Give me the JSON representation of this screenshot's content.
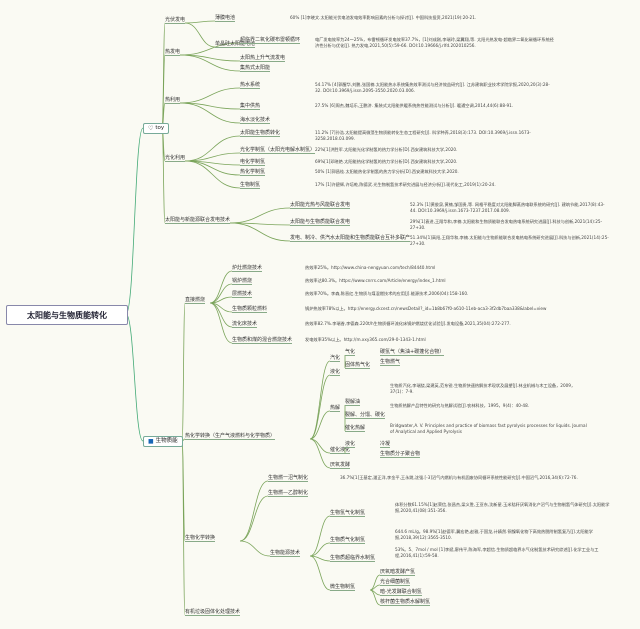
{
  "root": "太阳能与生物质能转化",
  "solar": {
    "icon": "heart-icon",
    "label": "toy"
  },
  "bio": {
    "icon": "square-icon",
    "label": "生物质能"
  },
  "s1": {
    "label": "光伏发电",
    "children": [
      {
        "label": "薄膜电池",
        "note": "60% [1]李晓文.太阳能光伏电池发电效率影响因素的分析与探讨[J]. 中国科技投资,2021(19):20-21."
      },
      {
        "label": "单晶硅太阳能电池",
        "note": ""
      }
    ]
  },
  "s1b": {
    "label": "热发电",
    "children": [
      {
        "label": "超临界二氧化碳布雷顿循环",
        "note": "电厂发电效率为24～25%，布雷顿循环发电效率37.7%，[1]刘成刚,李瑞玲,梁翼翔,等. 太阳光热发电-超临界二氧化碳循环系统经济性分析与优化[J]. 热力发电,2021,50(5):59-66. DOI:10.19666/j.rlfd.202010256."
      },
      {
        "label": "太阳热上升气流发电",
        "note": ""
      },
      {
        "label": "集热式太阳能",
        "note": ""
      }
    ]
  },
  "s1c": {
    "label": "热利用",
    "children": [
      {
        "label": "热水系统",
        "note": "54.17% [4]郭醒华,刘鹏,张国楠.太阳能热水系统集热效率测试与经济效益研究[J]. 江苏建筑职业技术学院学报,2020,20(3):28-32. DOI:10.3969/j.issn.2095-3550.2020.03.006."
      },
      {
        "label": "集中供热",
        "note": "27.5% [6]周杰,魏培乐,王鹏济. 集装式太阳能供暖系统热性能测试与分析[J]. 暖通空调,2014,44(6):88-91."
      },
      {
        "label": "海水淡化技术",
        "note": ""
      }
    ]
  },
  "s1d": {
    "label": "光化利用",
    "children": [
      {
        "label": "太阳能生物质转化",
        "note": "11.2% [7]孙浩.太阳能提高微藻生物质能转化生态工程研究[J]. 科学种养,2018(3):173. DOI:10.3969/j.issn.1673-3258.2018.03.099."
      },
      {
        "label": "光化学制氢（太阳光电解水制氢）",
        "note": "22%[1]洪胜军.太阳能光化学制氢的热力学分析[D].西安建筑科技大学,2020."
      },
      {
        "label": "电化学制氢",
        "note": "69%[1]邓晓艳.太阳能热化学制氢的热力学分析[D].西安建筑科技大学,2020."
      },
      {
        "label": "热化学制氢",
        "note": "50% [1]郭昌桂.太阳能热化学制氢的热力学分析[D].西安建筑科技大学,2020."
      },
      {
        "label": "生物制氢",
        "note": "17% [1]许碧辉,许培乾,陈德武.光生物制氢技术研究进展与经济分析[J].现代化工,2019(1):20-24."
      }
    ]
  },
  "s1e": {
    "label": "太阳能与新能源联合发电技术",
    "children": [
      {
        "label": "太阳能光热与风能联合发电",
        "note": "52.3% [1]黄俊泉,黄楠,邹国贵,等. 网格平稳度对太阳能脚蒸热电联系统的研究[J]. 建筑节能,2017(8):43-44. DOI:10.3969/j.issn.1673-7237.2017.08.009."
      },
      {
        "label": "太阳能与生物质能联合发电",
        "note": "29%[1]袁进,王翔华和,李楠.太阳能和生物质能联合发电热电系统研究进展[J].科技与创新,2021(14):25-27+30."
      },
      {
        "label": "发电、制冷、供汽水太阳能和生物质能联合互补多联产",
        "note": "51.34%[1]高阳,王翔华和,李楠.太阳能与生物质能联合发电热电系统研究进展[J].科技与创新,2021(14):25-27+30."
      }
    ]
  },
  "b1": {
    "label": "直接燃烧",
    "children": [
      {
        "label": "炉灶燃烧技术",
        "note": "热效率25%。http://www.china-nengyuan.com/tech/84440.html"
      },
      {
        "label": "锅炉燃烧",
        "note": "热效率达80.3%。https://www.cnrrs.com/Article/energy/index_1.html"
      },
      {
        "label": "层燃技术",
        "note": "热效率70%。李森,陈晋红.生物质与煤混燃技术的应用[J].能源技术,2006(04):158-160."
      },
      {
        "label": "生物质颗粒燃料",
        "note": "锅炉热效率78%以上。http://energy.ckcest.cn/newsDetail?_id=1b8b67f0-a610-11eb-aca3-3f2db7baa338&label=view"
      },
      {
        "label": "流化床技术",
        "note": "热效率82.7%.李瑞香,李德森.220t/h生物质循环流化床锅炉燃烧优化试验[J].发电设备,2021,35(04):272-277."
      },
      {
        "label": "生物质和煤的混合燃烧技术",
        "note": "发电效率35%以上。http://m.xxy365.com/29-0-1343-1.html"
      }
    ]
  },
  "b2": {
    "label": "热化学转换（生产气液燃料与化学物质）",
    "children": [
      {
        "label": "汽化",
        "items": [
          "气化",
          "固体热气化"
        ],
        "sub": [
          "碳氢气（焦油+碳蓬化合物）",
          "生物燃气"
        ]
      },
      {
        "label": "液化",
        "items": []
      },
      {
        "label": "热解",
        "items": [
          "裂解油",
          "裂解、分馏、碳化",
          "催化热解"
        ],
        "notes": [
          "生物质汽化,李瑞绕,梁建英,范东锐.生物质快速热解技术现状及展望[J].林业机械与木工设备，2009，37(1)：7-9.",
          "生物质热解产品特性的研究与热解试验[J].农林科技，1995，9(4)：40-48.",
          "Bridgwater,A. V. Principles and practice of biomass fast pyrolysis processes for liquids. Journal of Analytical and Applied Pyrolysis"
        ]
      },
      {
        "label": "催化液化",
        "items": [
          "液化"
        ],
        "sub": [
          "冷凝",
          "生物质分子聚合物"
        ]
      },
      {
        "label": "厌氧发酵",
        "items": []
      }
    ]
  },
  "b3": {
    "label": "生物化学转换",
    "children": [
      {
        "label": "生物燃一沼气制化",
        "note": "36.7%[1]王基定,潘正洋,李金平,王永跳,沈强.[-3]沼气内燃机与有机固废协同循环系统性能研究[J].中国沼气,2016,34(6):72-76."
      },
      {
        "label": "生物燃—乙醇制化",
        "note": ""
      },
      {
        "label": "生物能源技术",
        "children": [
          {
            "label": "生物氢气化制氢",
            "note": "体积分数61.15%[1]赵荣信,张昌杰,梁义胜,王亚东,沈新星.玉米秸秆厌氧消化产沼气与生物制氢气体研究[J].太阳能学报,2020,41(08):351-356."
          },
          {
            "label": "生物质气化制氢",
            "note": "644.6 mL/g。98.9%[1]赵德军,冀宏艳,赵雅,于国龙,计婧然.铜镍氧化物下高效热脱附制氢复乃[J].太阳能学报,2018,39(12):3565-3510."
          },
          {
            "label": "生物质超临界水制氢",
            "note": "53%。5、7mol / mol [1]李斌,廖伟平,陈海军,李超信.生物质超临界水气化制氢技术研究综述[J].化学工业与工程,2016,41(1):59-58."
          },
          {
            "label": "微生物制氢",
            "children": [
              "厌氧暗发酵产氢",
              "光合细菌制氢",
              "暗-光发酵联合制氢",
              "核杆菌生物质水解制氢"
            ]
          }
        ]
      }
    ]
  },
  "b4": {
    "label": "有机垃圾固体化处理技术"
  }
}
